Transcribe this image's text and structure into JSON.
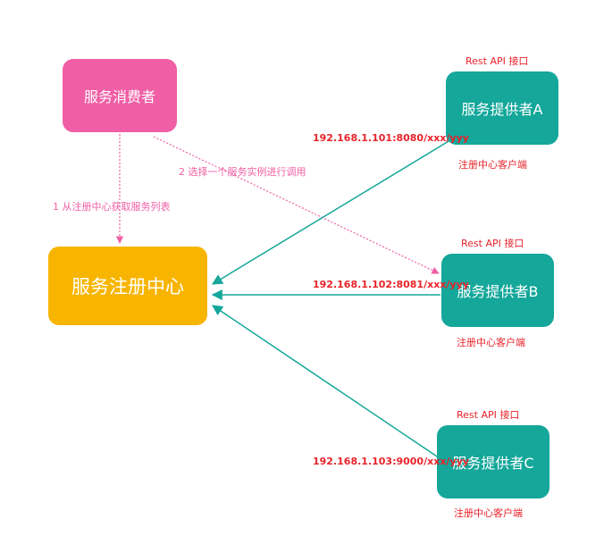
{
  "nodes": {
    "consumer": "服务消费者",
    "registry": "服务注册中心",
    "provider_a": "服务提供者A",
    "provider_b": "服务提供者B",
    "provider_c": "服务提供者C"
  },
  "labels": {
    "api_a": "Rest API 接口",
    "api_b": "Rest API 接口",
    "api_c": "Rest API 接口",
    "client_a": "注册中心客户端",
    "client_b": "注册中心客户端",
    "client_c": "注册中心客户端",
    "addr_a": "192.168.1.101:8080/xxx/yyy",
    "addr_b": "192.168.1.102:8081/xxx/yyy",
    "addr_c": "192.168.1.103:9000/xxx/yyy",
    "step1": "1 从注册中心获取服务列表",
    "step2": "2 选择一个服务实例进行调用"
  },
  "colors": {
    "consumer": "#f05fa5",
    "registry": "#f7b500",
    "provider": "#14a79a",
    "annotation": "#e8232a"
  }
}
